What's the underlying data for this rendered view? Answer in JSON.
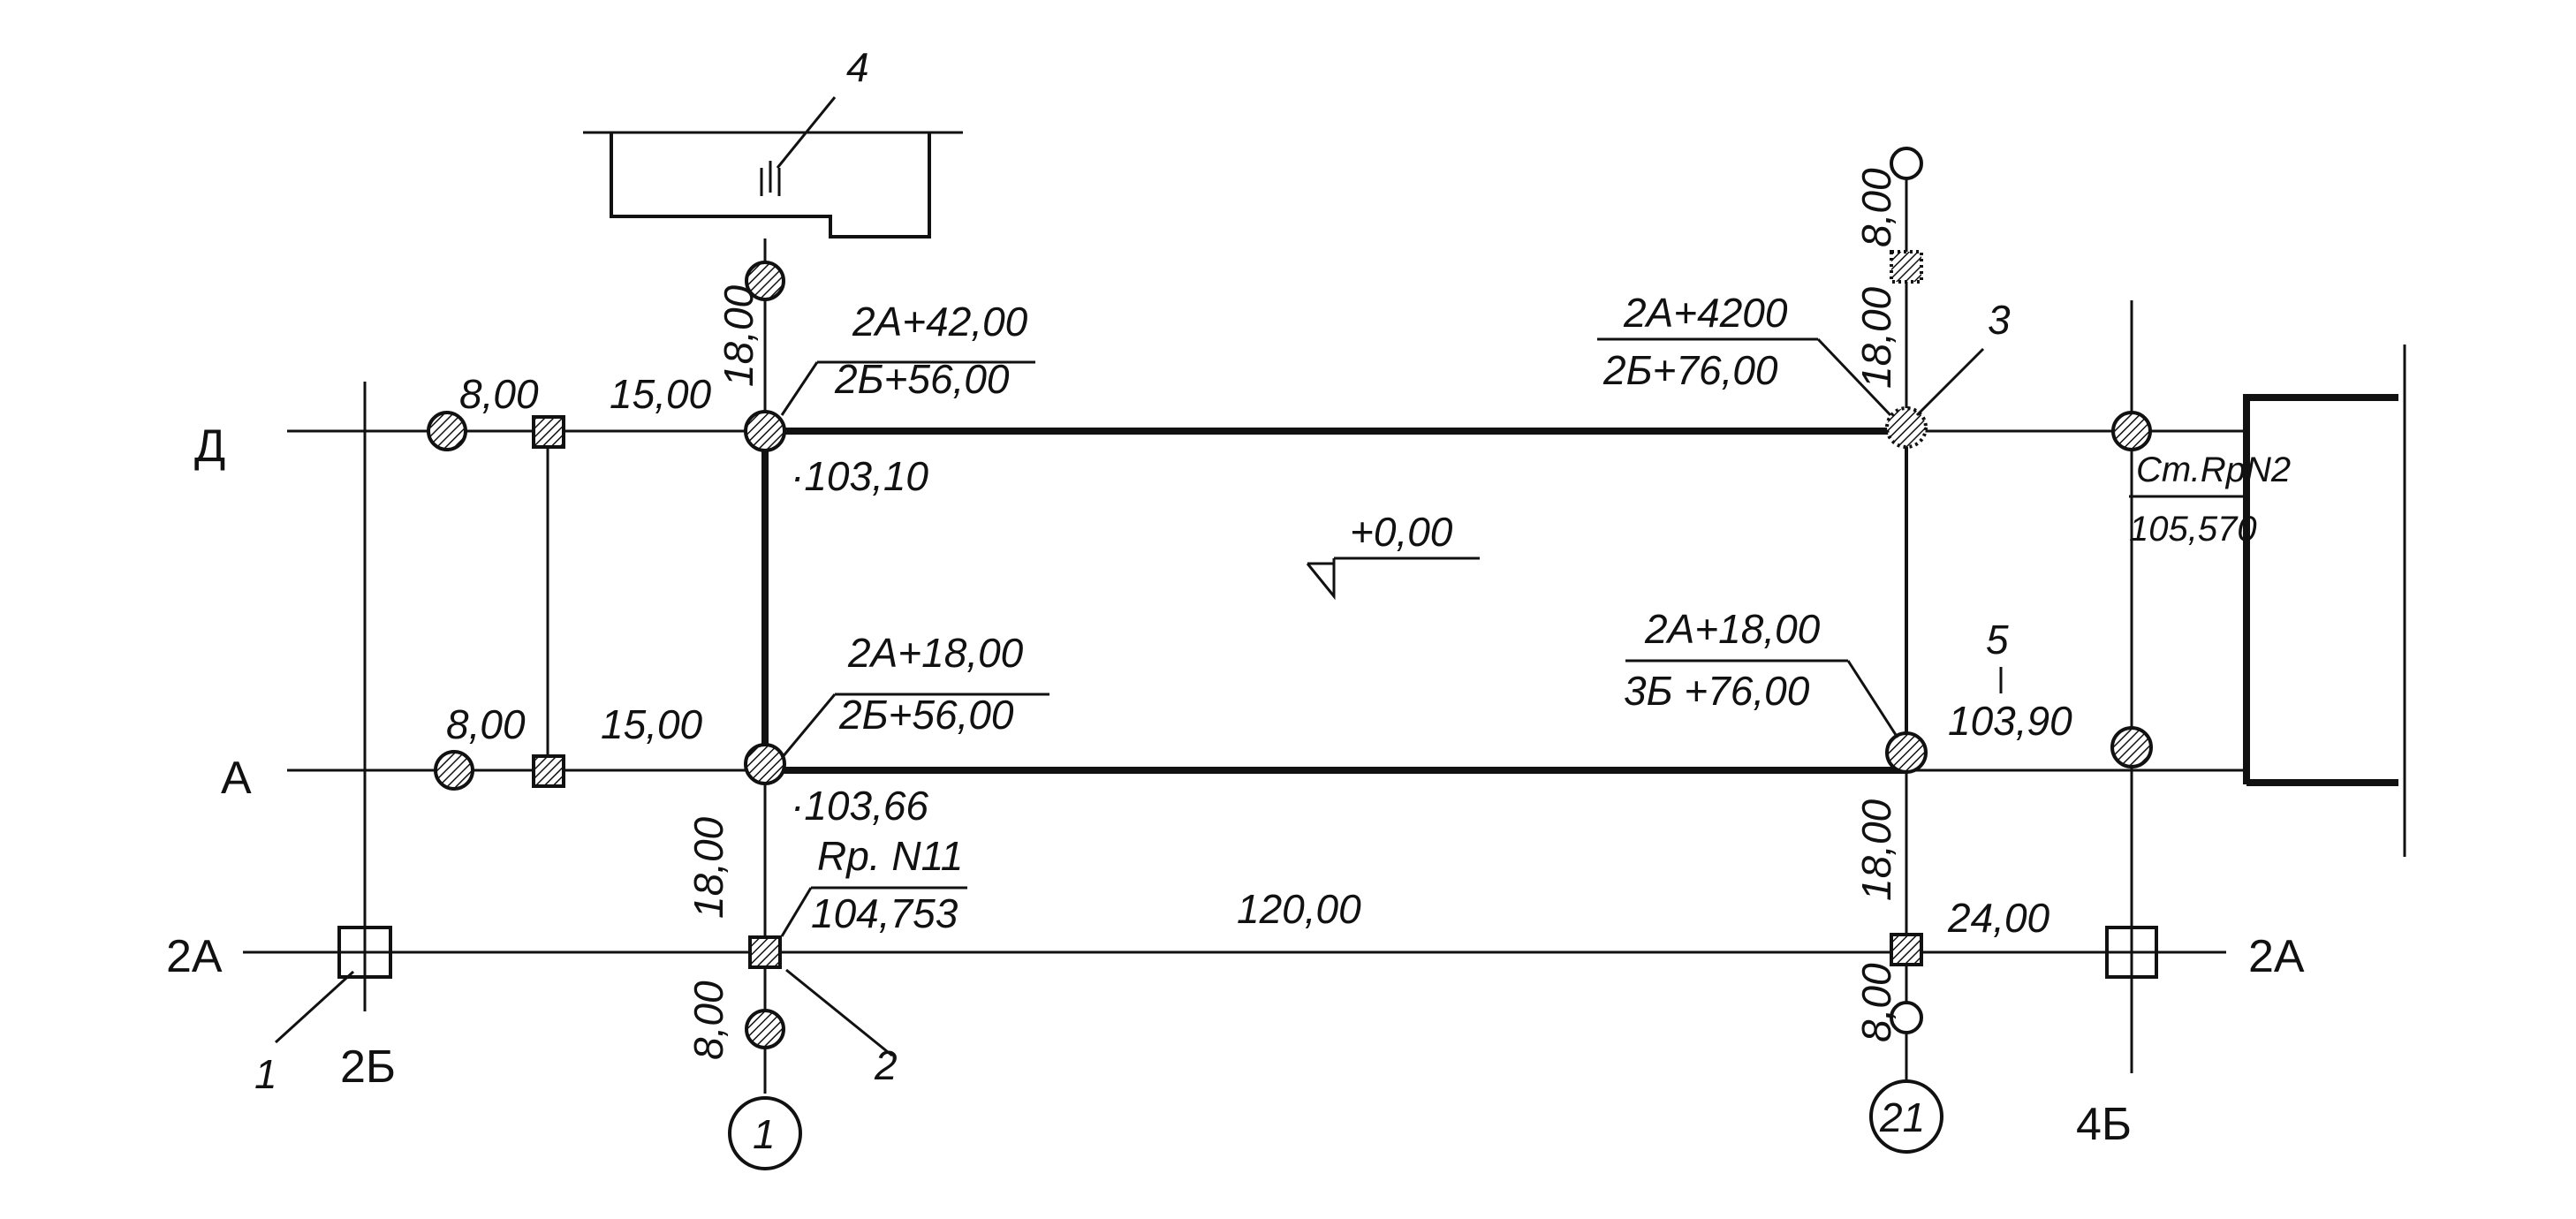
{
  "axes": {
    "d": "Д",
    "a": "А",
    "a2_left": "2А",
    "a2_right": "2А",
    "b2": "2Б",
    "b4": "4Б"
  },
  "callouts": {
    "c1": "1",
    "c2": "2",
    "c3": "3",
    "c4": "4",
    "c5": "5"
  },
  "circled": {
    "c1": "1",
    "c21": "21"
  },
  "dims": {
    "d8_left_top": "8,00",
    "d15_top": "15,00",
    "d18_top": "18,00",
    "d8_left_bot": "8,00",
    "d15_bot": "15,00",
    "d18_bot_left": "18,00",
    "d8_bottom_left": "8,00",
    "d120": "120,00",
    "d18_right_bot": "18,00",
    "d24": "24,00",
    "d8_bottom_right": "8,00",
    "d18_right_top": "18,00",
    "d8_right_top": "8,00"
  },
  "coords": {
    "tl_top": "2А+42,00",
    "tl_bot": "2Б+56,00",
    "bl_top": "2А+18,00",
    "bl_bot": "2Б+56,00",
    "tr_top": "2А+4200",
    "tr_bot": "2Б+76,00",
    "br_top": "2А+18,00",
    "br_bot": "3Б +76,00"
  },
  "elevations": {
    "e1": "·103,10",
    "e2": "·103,66",
    "e3": "103,90",
    "floor": "+0,00"
  },
  "benchmarks": {
    "rp11_name": "Rp. N11",
    "rp11_val": "104,753",
    "rp2_name": "Ст.RpN2",
    "rp2_val": "105,570"
  }
}
